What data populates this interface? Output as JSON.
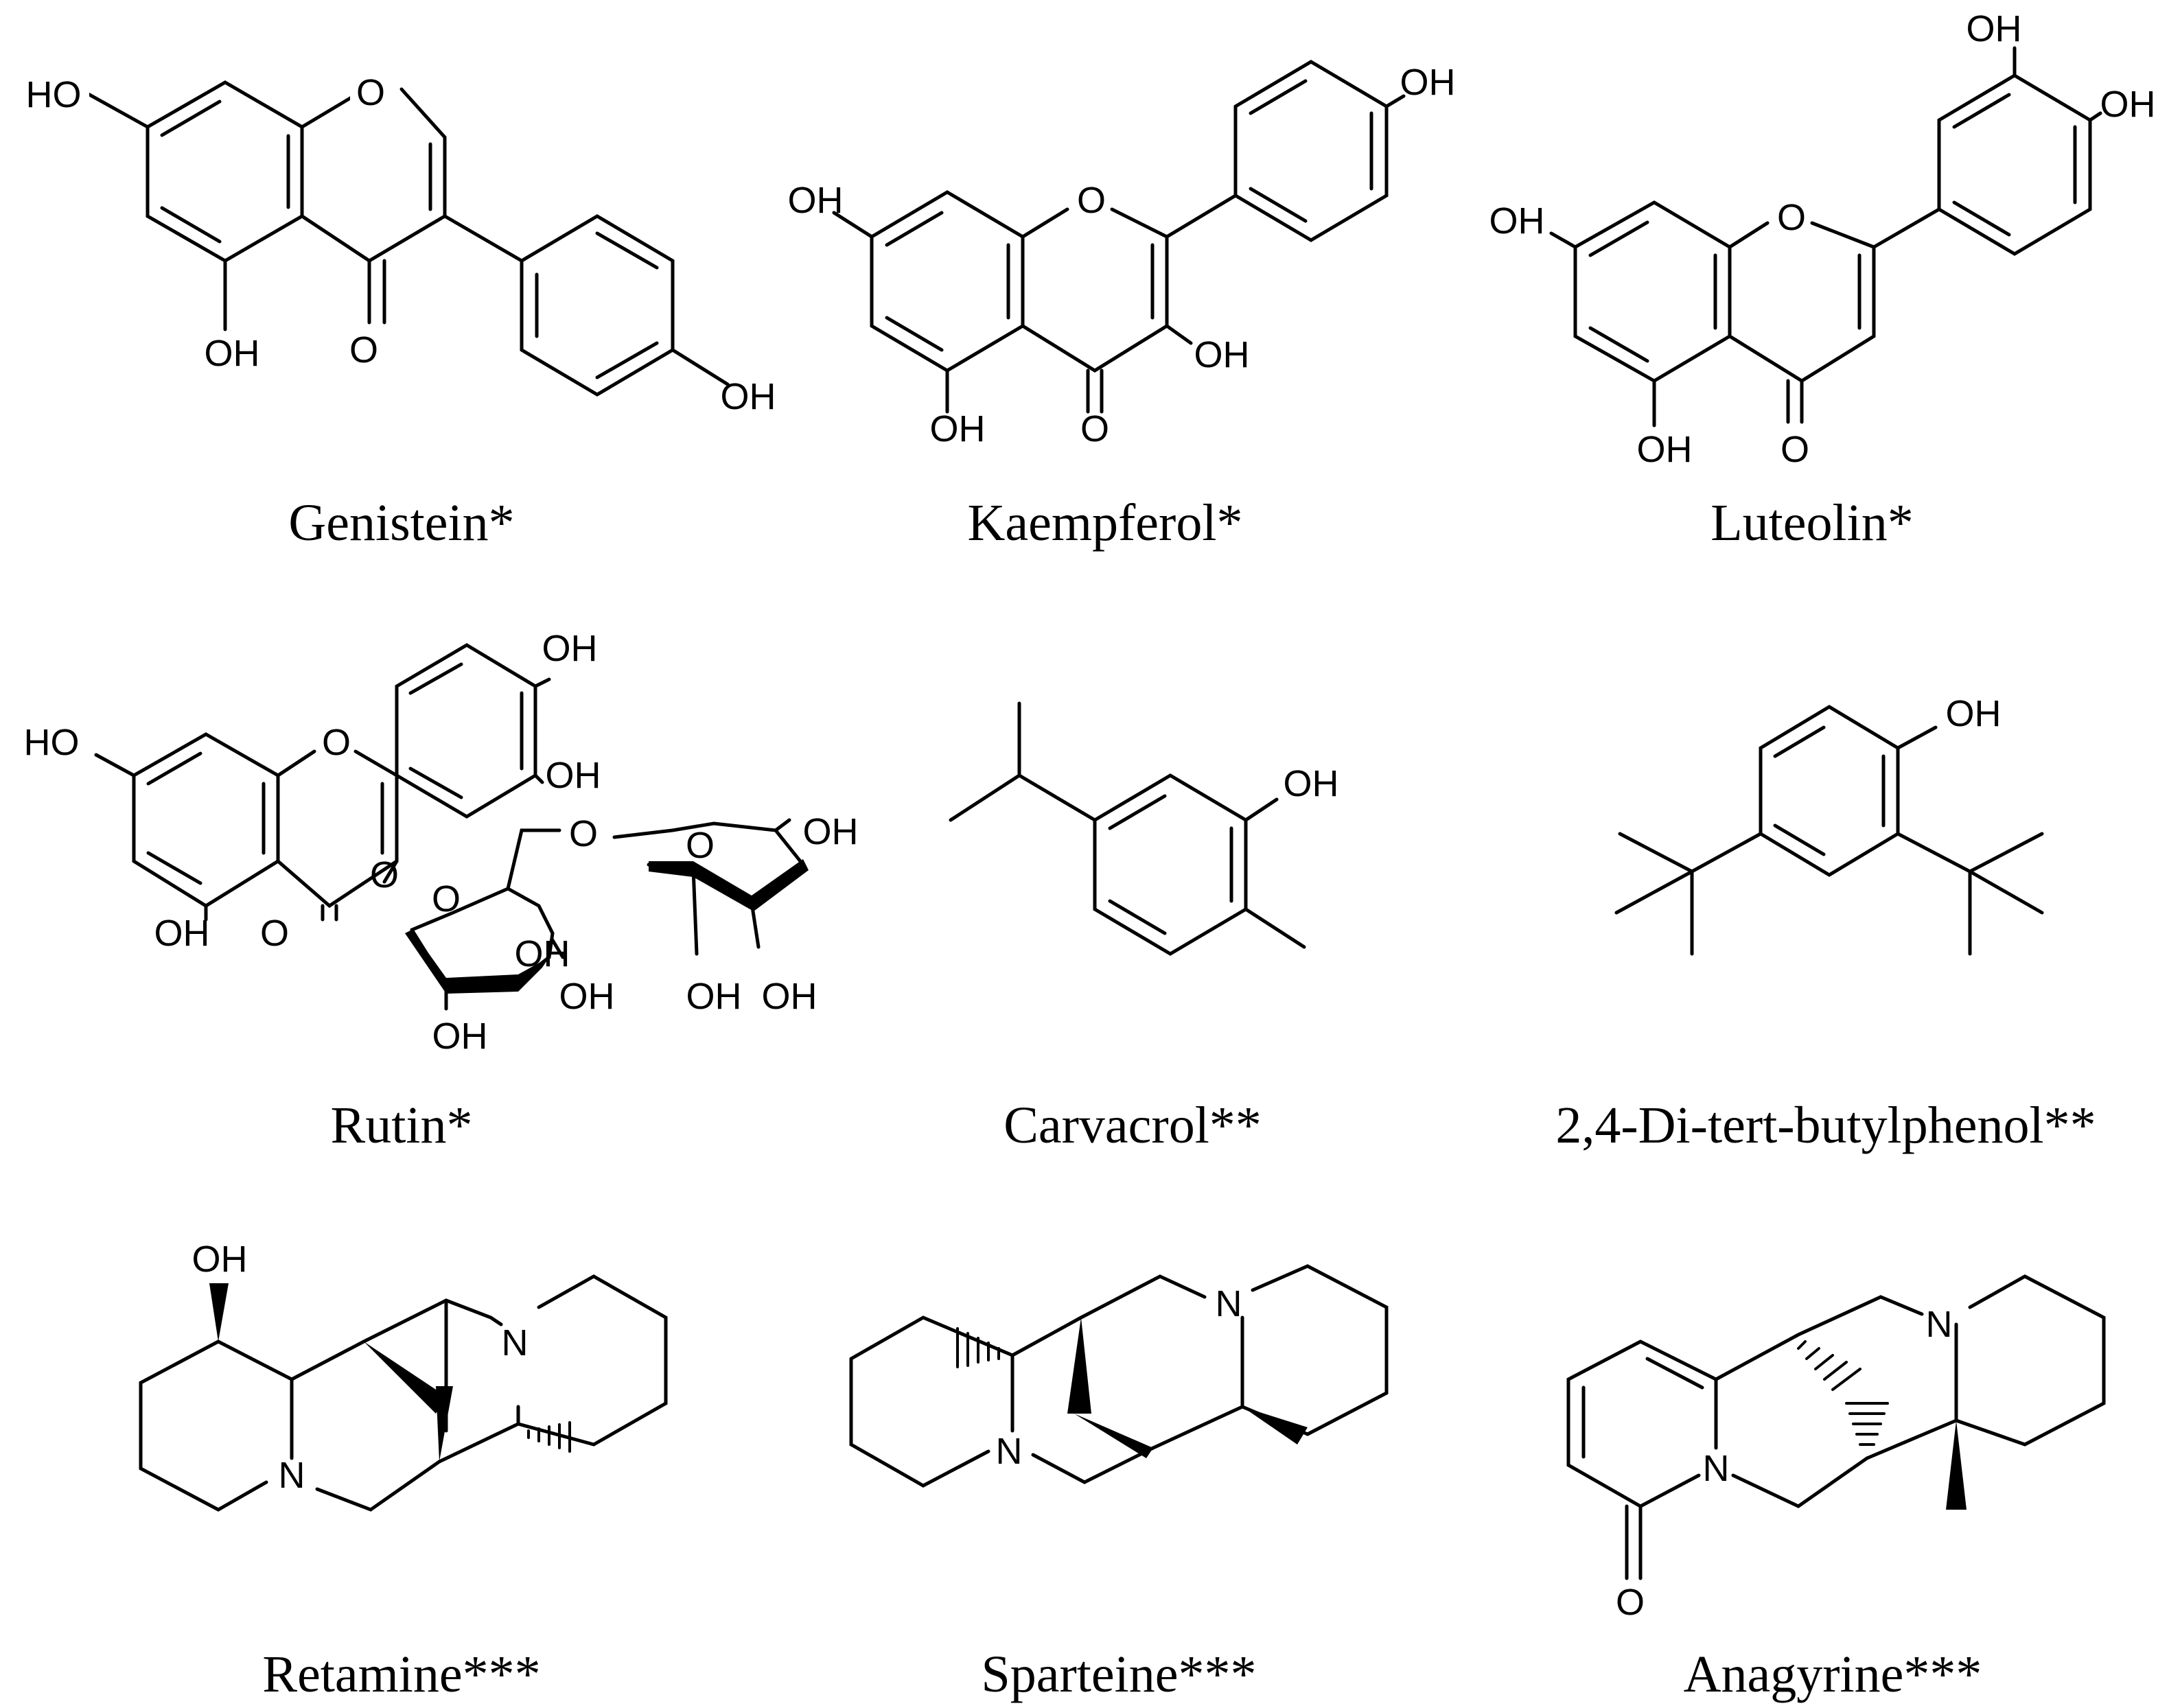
{
  "compounds": [
    {
      "name": "Genistein*",
      "labels": [
        "HO",
        "O",
        "O",
        "OH",
        "OH"
      ]
    },
    {
      "name": "Kaempferol*",
      "labels": [
        "OH",
        "O",
        "OH",
        "OH",
        "O",
        "OH"
      ]
    },
    {
      "name": "Luteolin*",
      "labels": [
        "OH",
        "OH",
        "OH",
        "O",
        "OH",
        "O"
      ]
    },
    {
      "name": "Rutin*",
      "labels": [
        "OH",
        "OH",
        "HO",
        "O",
        "O",
        "OH",
        "O",
        "O",
        "O",
        "O",
        "OH",
        "OH",
        "OH",
        "OH",
        "OH",
        "OH"
      ]
    },
    {
      "name": "Carvacrol**",
      "labels": [
        "OH"
      ]
    },
    {
      "name": "2,4-Di-tert-butylphenol**",
      "labels": [
        "OH"
      ]
    },
    {
      "name": "Retamine***",
      "labels": [
        "OH",
        "N",
        "N"
      ]
    },
    {
      "name": "Sparteine***",
      "labels": [
        "N",
        "N"
      ]
    },
    {
      "name": "Anagyrine***",
      "labels": [
        "N",
        "N",
        "O"
      ]
    }
  ]
}
